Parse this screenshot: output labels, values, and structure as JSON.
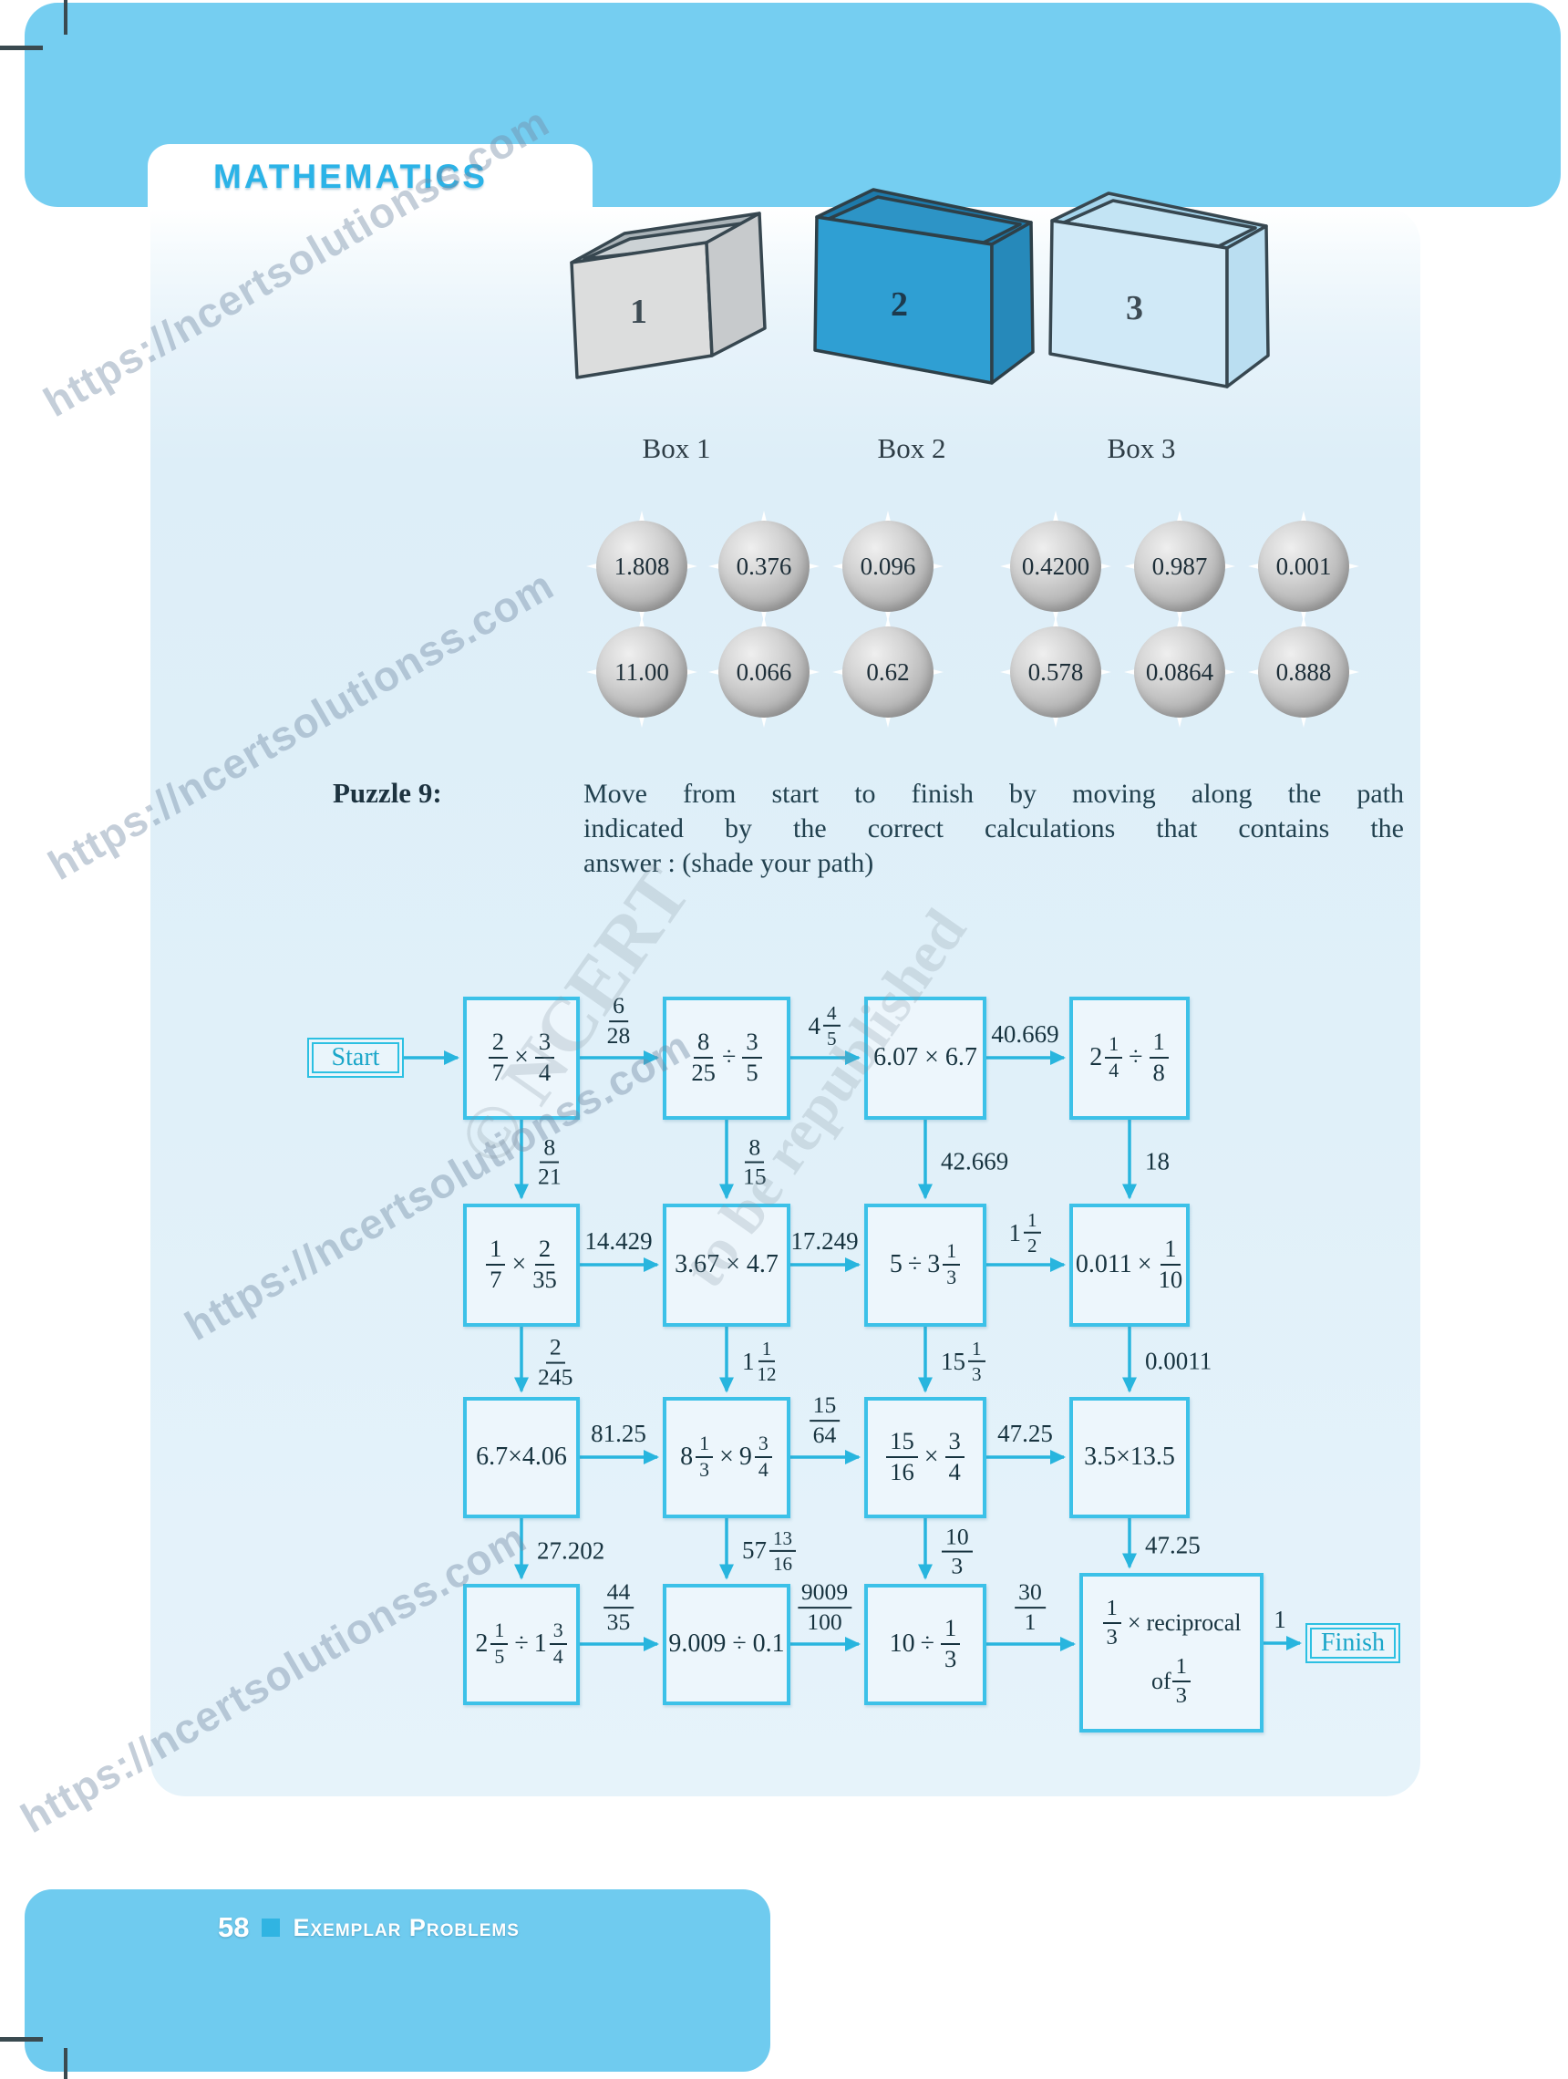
{
  "header": {
    "title": "MATHEMATICS"
  },
  "figure": {
    "boxes": [
      {
        "num": "1",
        "caption": "Box 1",
        "variant": "a",
        "colors": {
          "front": "#dcdddd",
          "side": "#c7cacc",
          "open": "#aab3b8",
          "inner": "#ccd2d5",
          "stroke": "#374750",
          "num": "#3d4b54"
        }
      },
      {
        "num": "2",
        "caption": "Box 2",
        "variant": "b",
        "colors": {
          "front": "#2f9fd3",
          "side": "#2689ba",
          "open": "#1d7aab",
          "inner": "#2d94c6",
          "stroke": "#2e4048",
          "num": "#1d3a4d"
        }
      },
      {
        "num": "3",
        "caption": "Box 3",
        "variant": "b",
        "colors": {
          "front": "#d0e9f7",
          "side": "#badef1",
          "open": "#a5d5ec",
          "inner": "#c3e4f4",
          "stroke": "#374750",
          "num": "#3d4b54"
        }
      }
    ]
  },
  "balls": {
    "rows": [
      [
        "1.808",
        "0.376",
        "0.096",
        "0.4200",
        "0.987",
        "0.001"
      ],
      [
        "11.00",
        "0.066",
        "0.62",
        "0.578",
        "0.0864",
        "0.888"
      ]
    ]
  },
  "puzzle": {
    "label": "Puzzle 9:",
    "lines": [
      "Move from start to finish by moving along the path",
      "indicated by the correct calculations that contains the",
      "answer : (shade your path)"
    ]
  },
  "maze": {
    "start_label": "Start",
    "finish_label": "Finish",
    "finish_edge_label": "1",
    "boxes": [
      {
        "id": "b11",
        "c": 0,
        "r": 0,
        "lines": [
          [
            {
              "t": "f",
              "n": "2",
              "d": "7"
            },
            {
              "t": "o",
              "v": "×"
            },
            {
              "t": "f",
              "n": "3",
              "d": "4"
            }
          ]
        ]
      },
      {
        "id": "b12",
        "c": 1,
        "r": 0,
        "lines": [
          [
            {
              "t": "f",
              "n": "8",
              "d": "25"
            },
            {
              "t": "o",
              "v": "÷"
            },
            {
              "t": "f",
              "n": "3",
              "d": "5"
            }
          ]
        ]
      },
      {
        "id": "b13",
        "c": 2,
        "r": 0,
        "lines": [
          [
            {
              "t": "s",
              "v": "6.07 × 6.7"
            }
          ]
        ]
      },
      {
        "id": "b14",
        "c": 3,
        "r": 0,
        "lines": [
          [
            {
              "t": "m",
              "w": "2",
              "n": "1",
              "d": "4"
            },
            {
              "t": "o",
              "v": "÷"
            },
            {
              "t": "f",
              "n": "1",
              "d": "8"
            }
          ]
        ]
      },
      {
        "id": "b21",
        "c": 0,
        "r": 1,
        "lines": [
          [
            {
              "t": "f",
              "n": "1",
              "d": "7"
            },
            {
              "t": "o",
              "v": "×"
            },
            {
              "t": "f",
              "n": "2",
              "d": "35"
            }
          ]
        ]
      },
      {
        "id": "b22",
        "c": 1,
        "r": 1,
        "lines": [
          [
            {
              "t": "s",
              "v": "3.67 × 4.7"
            }
          ]
        ]
      },
      {
        "id": "b23",
        "c": 2,
        "r": 1,
        "lines": [
          [
            {
              "t": "s",
              "v": "5"
            },
            {
              "t": "o",
              "v": "÷"
            },
            {
              "t": "m",
              "w": "3",
              "n": "1",
              "d": "3"
            }
          ]
        ]
      },
      {
        "id": "b24",
        "c": 3,
        "r": 1,
        "lines": [
          [
            {
              "t": "s",
              "v": "0.011"
            },
            {
              "t": "o",
              "v": "×"
            },
            {
              "t": "f",
              "n": "1",
              "d": "10"
            }
          ]
        ]
      },
      {
        "id": "b31",
        "c": 0,
        "r": 2,
        "lines": [
          [
            {
              "t": "s",
              "v": "6.7×4.06"
            }
          ]
        ]
      },
      {
        "id": "b32",
        "c": 1,
        "r": 2,
        "lines": [
          [
            {
              "t": "m",
              "w": "8",
              "n": "1",
              "d": "3"
            },
            {
              "t": "o",
              "v": "×"
            },
            {
              "t": "m",
              "w": "9",
              "n": "3",
              "d": "4"
            }
          ]
        ]
      },
      {
        "id": "b33",
        "c": 2,
        "r": 2,
        "lines": [
          [
            {
              "t": "f",
              "n": "15",
              "d": "16"
            },
            {
              "t": "o",
              "v": "×"
            },
            {
              "t": "f",
              "n": "3",
              "d": "4"
            }
          ]
        ]
      },
      {
        "id": "b34",
        "c": 3,
        "r": 2,
        "lines": [
          [
            {
              "t": "s",
              "v": "3.5×13.5"
            }
          ]
        ]
      },
      {
        "id": "b41",
        "c": 0,
        "r": 3,
        "lines": [
          [
            {
              "t": "m",
              "w": "2",
              "n": "1",
              "d": "5"
            },
            {
              "t": "o",
              "v": "÷"
            },
            {
              "t": "m",
              "w": "1",
              "n": "3",
              "d": "4"
            }
          ]
        ]
      },
      {
        "id": "b42",
        "c": 1,
        "r": 3,
        "lines": [
          [
            {
              "t": "s",
              "v": "9.009 ÷ 0.1"
            }
          ]
        ]
      },
      {
        "id": "b43",
        "c": 2,
        "r": 3,
        "lines": [
          [
            {
              "t": "s",
              "v": "10"
            },
            {
              "t": "o",
              "v": "÷"
            },
            {
              "t": "f",
              "n": "1",
              "d": "3"
            }
          ]
        ]
      },
      {
        "id": "b44",
        "c": 3,
        "r": 3,
        "lines": [
          [
            {
              "t": "f",
              "n": "1",
              "d": "3"
            },
            {
              "t": "o",
              "v": "×"
            },
            {
              "t": "s",
              "v": "reciprocal"
            }
          ],
          [
            {
              "t": "s",
              "v": "of"
            },
            {
              "t": "f",
              "n": "1",
              "d": "3"
            }
          ]
        ]
      }
    ],
    "h_edges": [
      {
        "r": 0,
        "c": 0,
        "label": {
          "t": "f",
          "n": "6",
          "d": "28"
        }
      },
      {
        "r": 0,
        "c": 1,
        "label": {
          "t": "m",
          "w": "4",
          "n": "4",
          "d": "5"
        }
      },
      {
        "r": 0,
        "c": 2,
        "label": {
          "t": "s",
          "v": "40.669"
        }
      },
      {
        "r": 1,
        "c": 0,
        "label": {
          "t": "s",
          "v": "14.429"
        }
      },
      {
        "r": 1,
        "c": 1,
        "label": {
          "t": "s",
          "v": "17.249"
        }
      },
      {
        "r": 1,
        "c": 2,
        "label": {
          "t": "m",
          "w": "1",
          "n": "1",
          "d": "2"
        }
      },
      {
        "r": 2,
        "c": 0,
        "label": {
          "t": "s",
          "v": "81.25"
        }
      },
      {
        "r": 2,
        "c": 1,
        "label": {
          "t": "f",
          "n": "15",
          "d": "64"
        }
      },
      {
        "r": 2,
        "c": 2,
        "label": {
          "t": "s",
          "v": "47.25"
        }
      },
      {
        "r": 3,
        "c": 0,
        "label": {
          "t": "f",
          "n": "44",
          "d": "35"
        }
      },
      {
        "r": 3,
        "c": 1,
        "label": {
          "t": "f",
          "n": "9009",
          "d": "100"
        }
      },
      {
        "r": 3,
        "c": 2,
        "label": {
          "t": "f",
          "n": "30",
          "d": "1"
        }
      }
    ],
    "v_edges": [
      {
        "c": 0,
        "r": 0,
        "label": {
          "t": "f",
          "n": "8",
          "d": "21"
        }
      },
      {
        "c": 1,
        "r": 0,
        "label": {
          "t": "f",
          "n": "8",
          "d": "15"
        }
      },
      {
        "c": 2,
        "r": 0,
        "label": {
          "t": "s",
          "v": "42.669"
        }
      },
      {
        "c": 3,
        "r": 0,
        "label": {
          "t": "s",
          "v": "18"
        }
      },
      {
        "c": 0,
        "r": 1,
        "label": {
          "t": "f",
          "n": "2",
          "d": "245"
        }
      },
      {
        "c": 1,
        "r": 1,
        "label": {
          "t": "m",
          "w": "1",
          "n": "1",
          "d": "12"
        }
      },
      {
        "c": 2,
        "r": 1,
        "label": {
          "t": "m",
          "w": "15",
          "n": "1",
          "d": "3"
        }
      },
      {
        "c": 3,
        "r": 1,
        "label": {
          "t": "s",
          "v": "0.0011"
        }
      },
      {
        "c": 0,
        "r": 2,
        "label": {
          "t": "s",
          "v": "27.202"
        }
      },
      {
        "c": 1,
        "r": 2,
        "label": {
          "t": "m",
          "w": "57",
          "n": "13",
          "d": "16"
        }
      },
      {
        "c": 2,
        "r": 2,
        "label": {
          "t": "f",
          "n": "10",
          "d": "3"
        }
      },
      {
        "c": 3,
        "r": 2,
        "label": {
          "t": "s",
          "v": "47.25"
        }
      }
    ]
  },
  "footer": {
    "page": "58",
    "text": "Exemplar Problems"
  },
  "watermarks": {
    "url": "https://ncertsolutionss.com",
    "stamps": [
      "© NCERT",
      "to be republished"
    ]
  },
  "colors": {
    "accent": "#2bb3e7",
    "arrow": "#28b5de",
    "banner": "#75cef1",
    "panel": "#ddeef8",
    "box_border": "#3cc1e8",
    "ink": "#17333f"
  }
}
